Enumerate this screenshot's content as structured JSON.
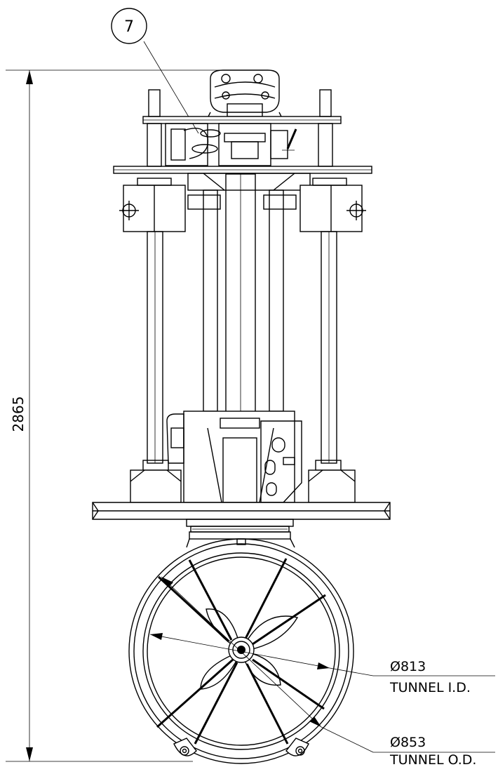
{
  "dimensions": {
    "overall_height": "2865",
    "tunnel_id": {
      "value": "Ø813",
      "label": "TUNNEL I.D."
    },
    "tunnel_od": {
      "value": "Ø853",
      "label": "TUNNEL O.D."
    }
  },
  "balloon": {
    "item_number": "7"
  }
}
